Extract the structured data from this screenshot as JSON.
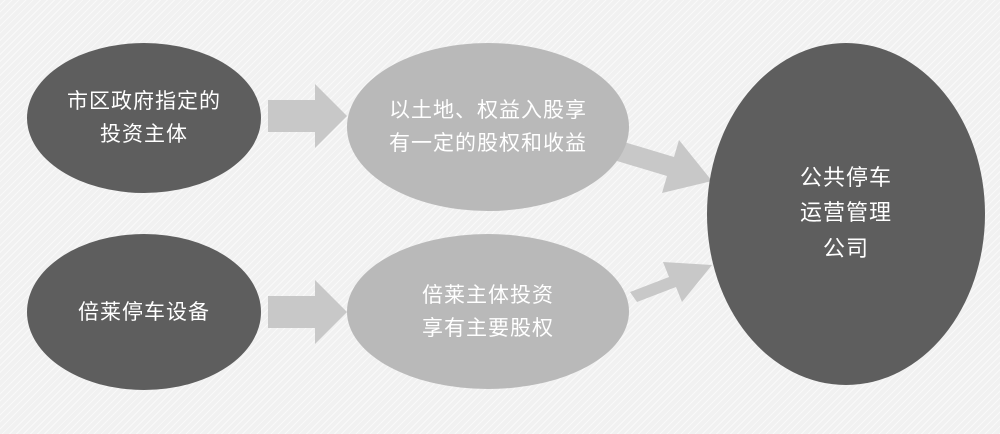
{
  "diagram": {
    "nodes": {
      "gov": {
        "label": "市区政府指定的\n投资主体"
      },
      "benefit": {
        "label": "以土地、权益入股享\n有一定的股权和收益"
      },
      "equip": {
        "label": "倍莱停车设备"
      },
      "invest": {
        "label": "倍莱主体投资\n享有主要股权"
      },
      "company": {
        "label": "公共停车\n运营管理\n公司"
      }
    },
    "colors": {
      "dark_node": "#5e5e5e",
      "light_node": "#b9b9b9",
      "arrow": "#c8c8c8",
      "text": "#ffffff"
    },
    "edges": [
      {
        "from": "gov",
        "to": "benefit"
      },
      {
        "from": "equip",
        "to": "invest"
      },
      {
        "from": "benefit",
        "to": "company"
      },
      {
        "from": "invest",
        "to": "company"
      }
    ]
  }
}
